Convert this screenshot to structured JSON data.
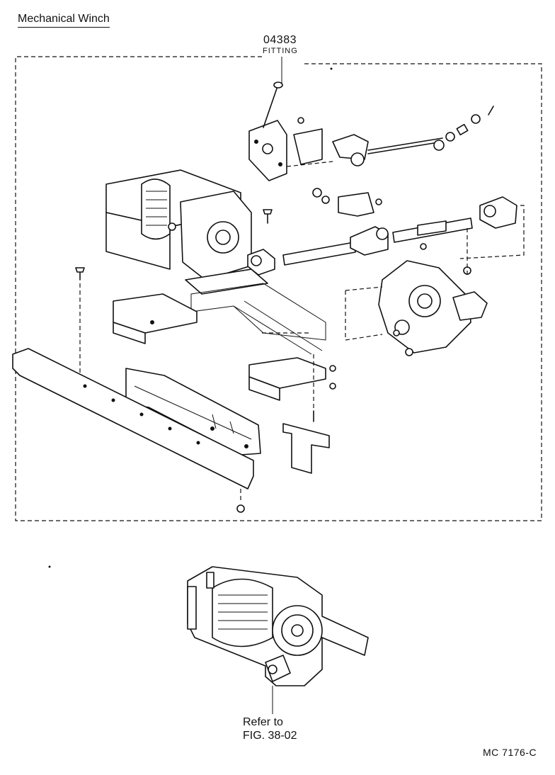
{
  "header": {
    "title": "Mechanical Winch"
  },
  "fitting": {
    "part_number": "04383",
    "part_name": "FITTING"
  },
  "reference": {
    "line1": "Refer to",
    "line2": "FIG. 38-02"
  },
  "footer": {
    "code": "MC  7176-C"
  }
}
